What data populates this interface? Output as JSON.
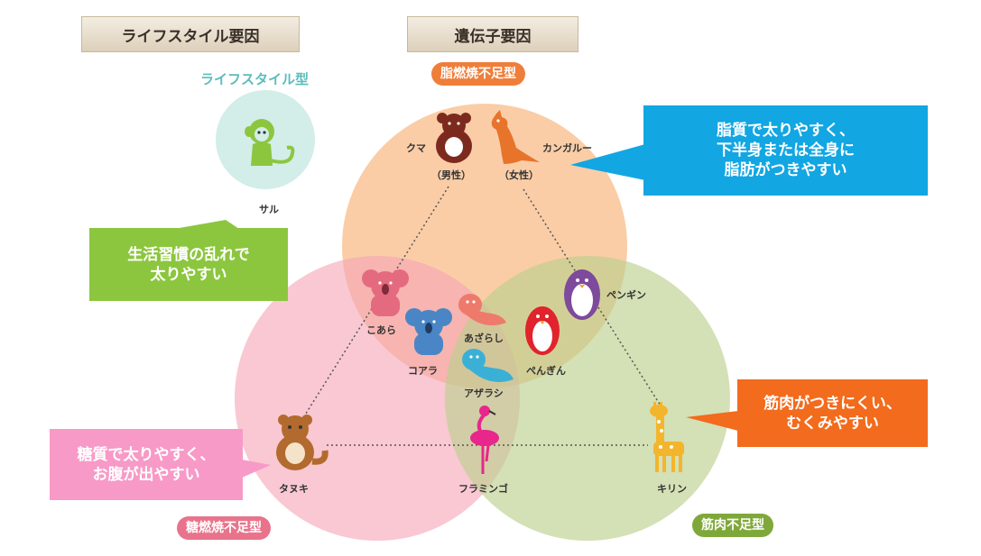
{
  "headers": {
    "lifestyle_factor": "ライフスタイル要因",
    "genetic_factor": "遺伝子要因"
  },
  "lifestyle_type": {
    "title": "ライフスタイル型",
    "animal": "サル"
  },
  "circles": {
    "fat_label": "脂燃焼不足型",
    "sugar_label": "糖燃焼不足型",
    "muscle_label": "筋肉不足型"
  },
  "callouts": {
    "fat": [
      "脂質で太りやすく、",
      "下半身または全身に",
      "脂肪がつきやすい"
    ],
    "lifestyle": [
      "生活習慣の乱れで",
      "太りやすい"
    ],
    "muscle": [
      "筋肉がつきにくい、",
      "むくみやすい"
    ],
    "sugar": [
      "糖質で太りやすく、",
      "お腹が出やすい"
    ]
  },
  "animals": {
    "kuma": "クマ",
    "male": "（男性）",
    "kangaroo": "カンガルー",
    "female": "（女性）",
    "penguin_kata": "ペンギン",
    "koara_hira": "こあら",
    "koala_kata": "コアラ",
    "azarashi_hira": "あざらし",
    "azarashi_kata": "アザラシ",
    "pengin_hira": "ぺんぎん",
    "tanuki": "タヌキ",
    "flamingo": "フラミンゴ",
    "kirin": "キリン"
  },
  "colors": {
    "fat_circle": "#f6ab6c",
    "sugar_circle": "#f5a3b6",
    "muscle_circle": "#bdd08e",
    "fat_pill": "#ef7e3a",
    "sugar_pill": "#e8738b",
    "muscle_pill": "#7fa83a",
    "callout_fat": "#12a6e3",
    "callout_lifestyle": "#8cc63f",
    "callout_muscle": "#f36b1c",
    "callout_sugar": "#f79ac7",
    "lifestyle_teal": "#5bbdbb"
  }
}
